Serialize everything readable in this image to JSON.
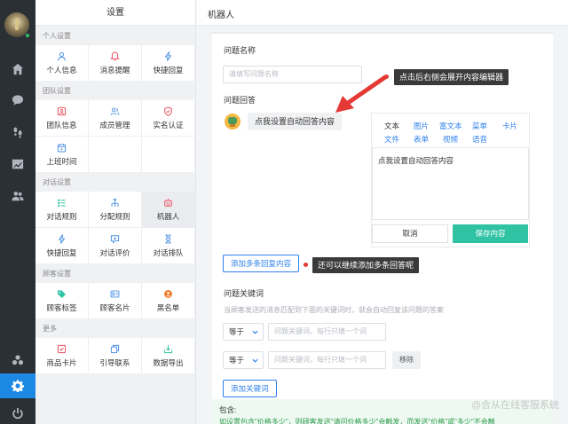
{
  "rail": {
    "icons": [
      "home-icon",
      "chat-icon",
      "footprint-icon",
      "chart-icon",
      "users-icon",
      "cluster-icon",
      "gear-icon",
      "power-icon"
    ]
  },
  "settings": {
    "title": "设置",
    "groups": [
      {
        "title": "个人设置",
        "items": [
          {
            "label": "个人信息",
            "icon": "user-icon",
            "color": "#4a90e2"
          },
          {
            "label": "消息提醒",
            "icon": "bell-icon",
            "color": "#e94b5a"
          },
          {
            "label": "快捷回复",
            "icon": "bolt-icon",
            "color": "#4a90e2"
          }
        ]
      },
      {
        "title": "团队设置",
        "items": [
          {
            "label": "团队信息",
            "icon": "team-icon",
            "color": "#e94b5a"
          },
          {
            "label": "成员管理",
            "icon": "members-icon",
            "color": "#4a90e2"
          },
          {
            "label": "实名认证",
            "icon": "shield-icon",
            "color": "#e94b5a"
          },
          {
            "label": "上班时间",
            "icon": "calendar-icon",
            "color": "#4a90e2"
          }
        ]
      },
      {
        "title": "对话设置",
        "items": [
          {
            "label": "对话规则",
            "icon": "rules-icon",
            "color": "#2fc3a4"
          },
          {
            "label": "分配规则",
            "icon": "distribute-icon",
            "color": "#4a90e2"
          },
          {
            "label": "机器人",
            "icon": "robot-icon",
            "color": "#e94b5a"
          },
          {
            "label": "快捷回复",
            "icon": "bolt-icon",
            "color": "#4a90e2"
          },
          {
            "label": "对话评价",
            "icon": "rating-icon",
            "color": "#4a90e2"
          },
          {
            "label": "对话排队",
            "icon": "hourglass-icon",
            "color": "#4a90e2"
          }
        ]
      },
      {
        "title": "顾客设置",
        "items": [
          {
            "label": "顾客标签",
            "icon": "tag-icon",
            "color": "#2fc3a4"
          },
          {
            "label": "顾客名片",
            "icon": "card-icon",
            "color": "#4a90e2"
          },
          {
            "label": "黑名单",
            "icon": "blacklist-icon",
            "color": "#f07a2a"
          }
        ]
      },
      {
        "title": "更多",
        "items": [
          {
            "label": "商品卡片",
            "icon": "product-icon",
            "color": "#e94b5a"
          },
          {
            "label": "引导联系",
            "icon": "guide-icon",
            "color": "#4a90e2"
          },
          {
            "label": "数据导出",
            "icon": "export-icon",
            "color": "#2fc3a4"
          }
        ]
      }
    ]
  },
  "main": {
    "title": "机器人",
    "question_name_label": "问题名称",
    "question_name_placeholder": "请填写问题名称",
    "answer_label": "问题回答",
    "answer_bubble": "点我设置自动回答内容",
    "editor": {
      "tabs_row1": [
        "文本",
        "图片",
        "富文本",
        "菜单",
        "卡片"
      ],
      "tabs_row2": [
        "文件",
        "表单",
        "视频",
        "语音"
      ],
      "content": "点我设置自动回答内容",
      "cancel": "取消",
      "save": "保存内容"
    },
    "add_multi_answer": "添加多条回复内容",
    "keywords_label": "问题关键词",
    "keywords_hint": "当顾客发送的消息匹配到下面的关键词时，就会自动回复该问题的答案",
    "keyword_rows": [
      {
        "match": "等于",
        "placeholder": "问题关键词，每行只填一个词",
        "remove": ""
      },
      {
        "match": "等于",
        "placeholder": "问题关键词，每行只填一个词",
        "remove": "移除"
      }
    ],
    "add_keyword": "添加关键词",
    "contains_title": "包含:",
    "contains_text": "如设置包含\"价格多少\"，则顾客发送\"请问价格多少\"会触发，而发送\"价格\"或\"多少\"不会触"
  },
  "annotations": {
    "callout1": "点击后右侧会展开内容编辑器",
    "callout2": "还可以继续添加多条回答呢"
  },
  "watermark": "@合从在线客服系统"
}
